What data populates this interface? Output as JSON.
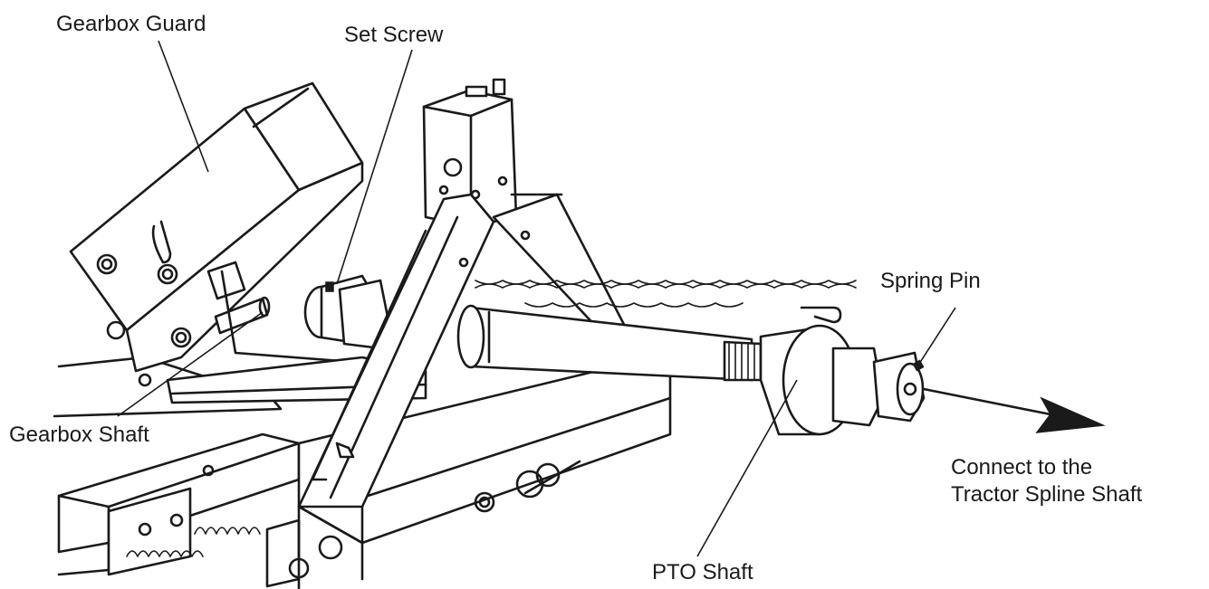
{
  "labels": {
    "gearbox_guard": "Gearbox Guard",
    "set_screw": "Set Screw",
    "spring_pin": "Spring Pin",
    "gearbox_shaft": "Gearbox Shaft",
    "connect_line1": "Connect to the",
    "connect_line2": "Tractor Spline Shaft",
    "pto_shaft": "PTO Shaft"
  },
  "colors": {
    "ink": "#1a1a1a",
    "background": "#ffffff"
  }
}
